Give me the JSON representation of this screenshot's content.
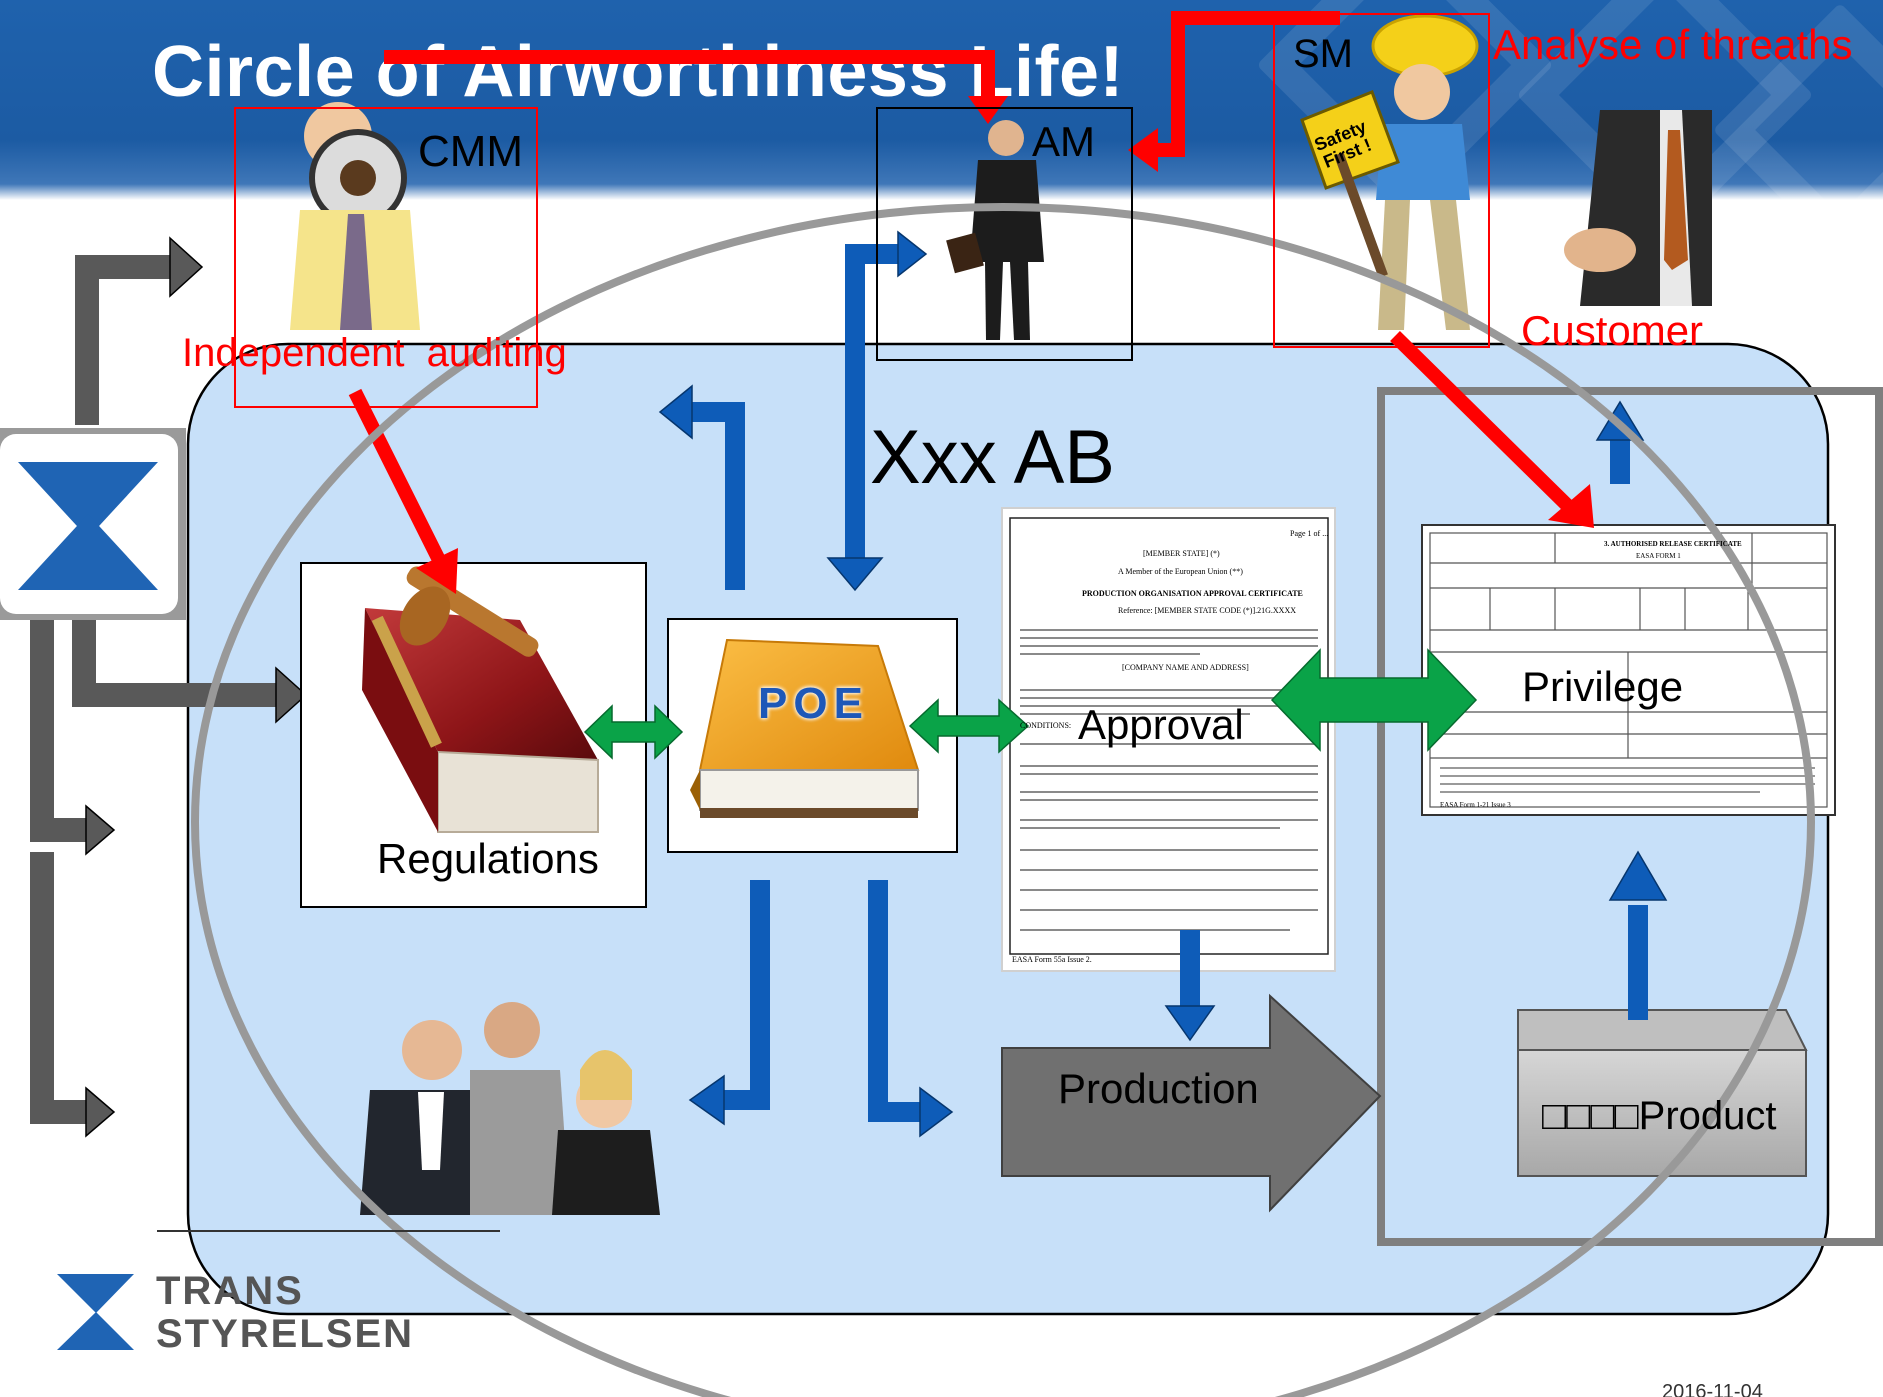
{
  "title": "Circle of Airworthiness Life!",
  "roles": {
    "cmm": "CMM",
    "am": "AM",
    "sm": "SM",
    "customer": "Customer"
  },
  "notes": {
    "independent_auditing": "Independent  auditing",
    "analyse_of_threats": "Analyse of threaths"
  },
  "company": "Xxx AB",
  "nodes": {
    "regulations": "Regulations",
    "poe": "POE",
    "approval": "Approval",
    "production": "Production",
    "privilege": "Privilege",
    "product": "□□□□Product"
  },
  "sm_sign": "Safety First !",
  "approval_doc": {
    "page": "Page 1 of ...",
    "state": "[MEMBER STATE] (*)",
    "union": "A Member of the European Union (**)",
    "heading": "PRODUCTION ORGANISATION APPROVAL CERTIFICATE",
    "reference": "Reference: [MEMBER STATE CODE (*)].21G.XXXX",
    "company_line": "[COMPANY NAME AND ADDRESS]",
    "conditions": "CONDITIONS:",
    "form": "EASA Form 55a Issue 2."
  },
  "release_doc": {
    "heading": "3. AUTHORISED RELEASE CERTIFICATE",
    "form_name": "EASA FORM 1",
    "form": "EASA Form 1-21 Issue 3"
  },
  "footer": {
    "logo_line1": "TRANS",
    "logo_line2": "STYRELSEN",
    "date": "2016-11-04"
  },
  "colors": {
    "header_blue": "#1d5ea8",
    "pale_blue": "#c7e0f9",
    "arrow_blue": "#0e5cb8",
    "arrow_red": "#ff0000",
    "arrow_green": "#0aa348",
    "arrow_gray": "#595959",
    "poe_orange": "#f3a21c",
    "book_red": "#9b1a1e"
  }
}
